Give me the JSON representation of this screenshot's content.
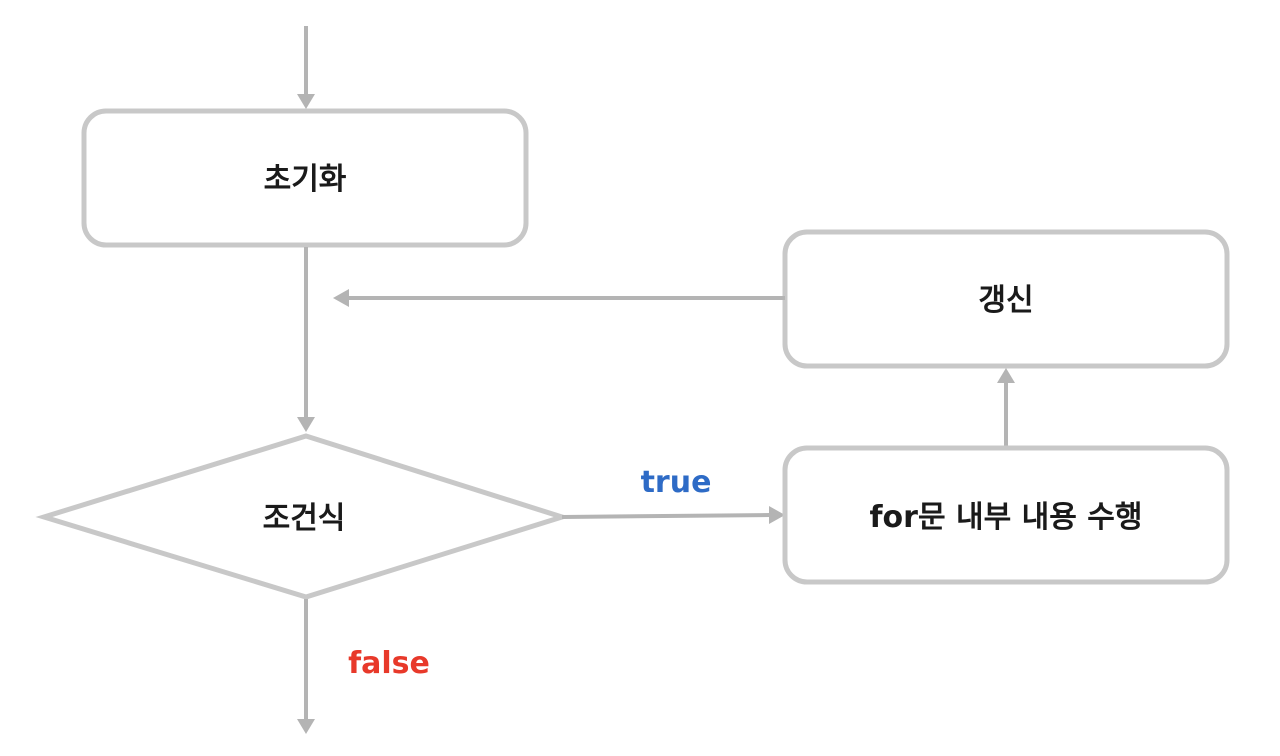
{
  "nodes": {
    "init": "초기화",
    "update": "갱신",
    "condition": "조건식",
    "body": "for문 내부 내용 수행"
  },
  "edges": {
    "true_label": "true",
    "false_label": "false"
  },
  "colors": {
    "true": "#2e6bc6",
    "false": "#e8392a",
    "box_border": "#c8c8c8",
    "arrow": "#b4b4b4"
  }
}
